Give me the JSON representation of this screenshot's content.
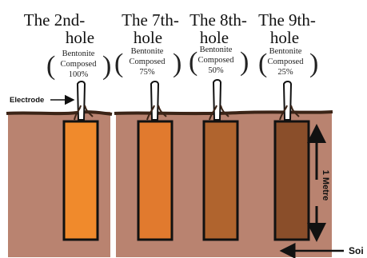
{
  "holes": [
    {
      "title_line1": "The 2nd-",
      "title_line2": "hole",
      "note_line1": "Bentonite",
      "note_line2": "Composed",
      "note_line3": "100%",
      "bentonite_percent": 100,
      "fill_color": "#f08a2c"
    },
    {
      "title_line1": "The 7th-",
      "title_line2": "hole",
      "note_line1": "Bentonite",
      "note_line2": "Composed",
      "note_line3": "75%",
      "bentonite_percent": 75,
      "fill_color": "#e17a2e"
    },
    {
      "title_line1": "The 8th-",
      "title_line2": "hole",
      "note_line1": "Bentonite",
      "note_line2": "Composed",
      "note_line3": "50%",
      "bentonite_percent": 50,
      "fill_color": "#b0642e"
    },
    {
      "title_line1": "The 9th-",
      "title_line2": "hole",
      "note_line1": "Bentonite",
      "note_line2": "Composed",
      "note_line3": "25%",
      "bentonite_percent": 25,
      "fill_color": "#8a4e2a"
    }
  ],
  "labels": {
    "electrode": "Electrode",
    "depth": "1 Metre",
    "soil": "Soi"
  },
  "colors": {
    "soil": "#b98370",
    "surface": "#3b2417",
    "outline": "#111111"
  }
}
